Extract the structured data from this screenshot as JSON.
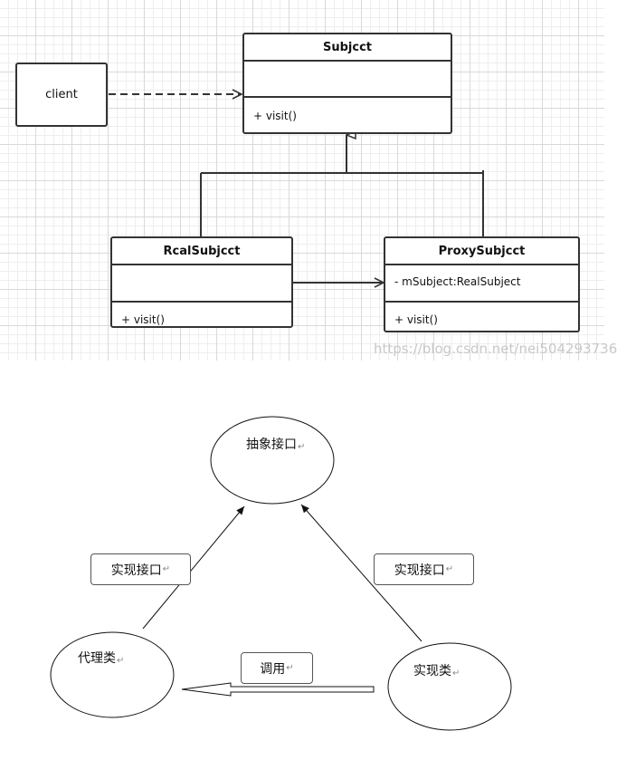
{
  "uml": {
    "client": {
      "label": "client"
    },
    "subject": {
      "title": "Subjcct",
      "method": "+ visit()"
    },
    "real_subject": {
      "title": "RcalSubjcct",
      "method": "+ visit()"
    },
    "proxy_subject": {
      "title": "ProxySubjcct",
      "field": "- mSubject:RealSubject",
      "method": "+ visit()"
    }
  },
  "watermark": "https://blog.csdn.net/nei504293736",
  "concept": {
    "abstract_interface": "抽象接口",
    "proxy_class": "代理类",
    "real_class": "实现类",
    "implements_left": "实现接口",
    "implements_right": "实现接口",
    "calls": "调用",
    "return_mark": "↵"
  },
  "colors": {
    "stroke": "#333333",
    "grid_major": "#d9d9d9",
    "grid_minor": "#eeeeee",
    "watermark": "#c8c8c8"
  }
}
